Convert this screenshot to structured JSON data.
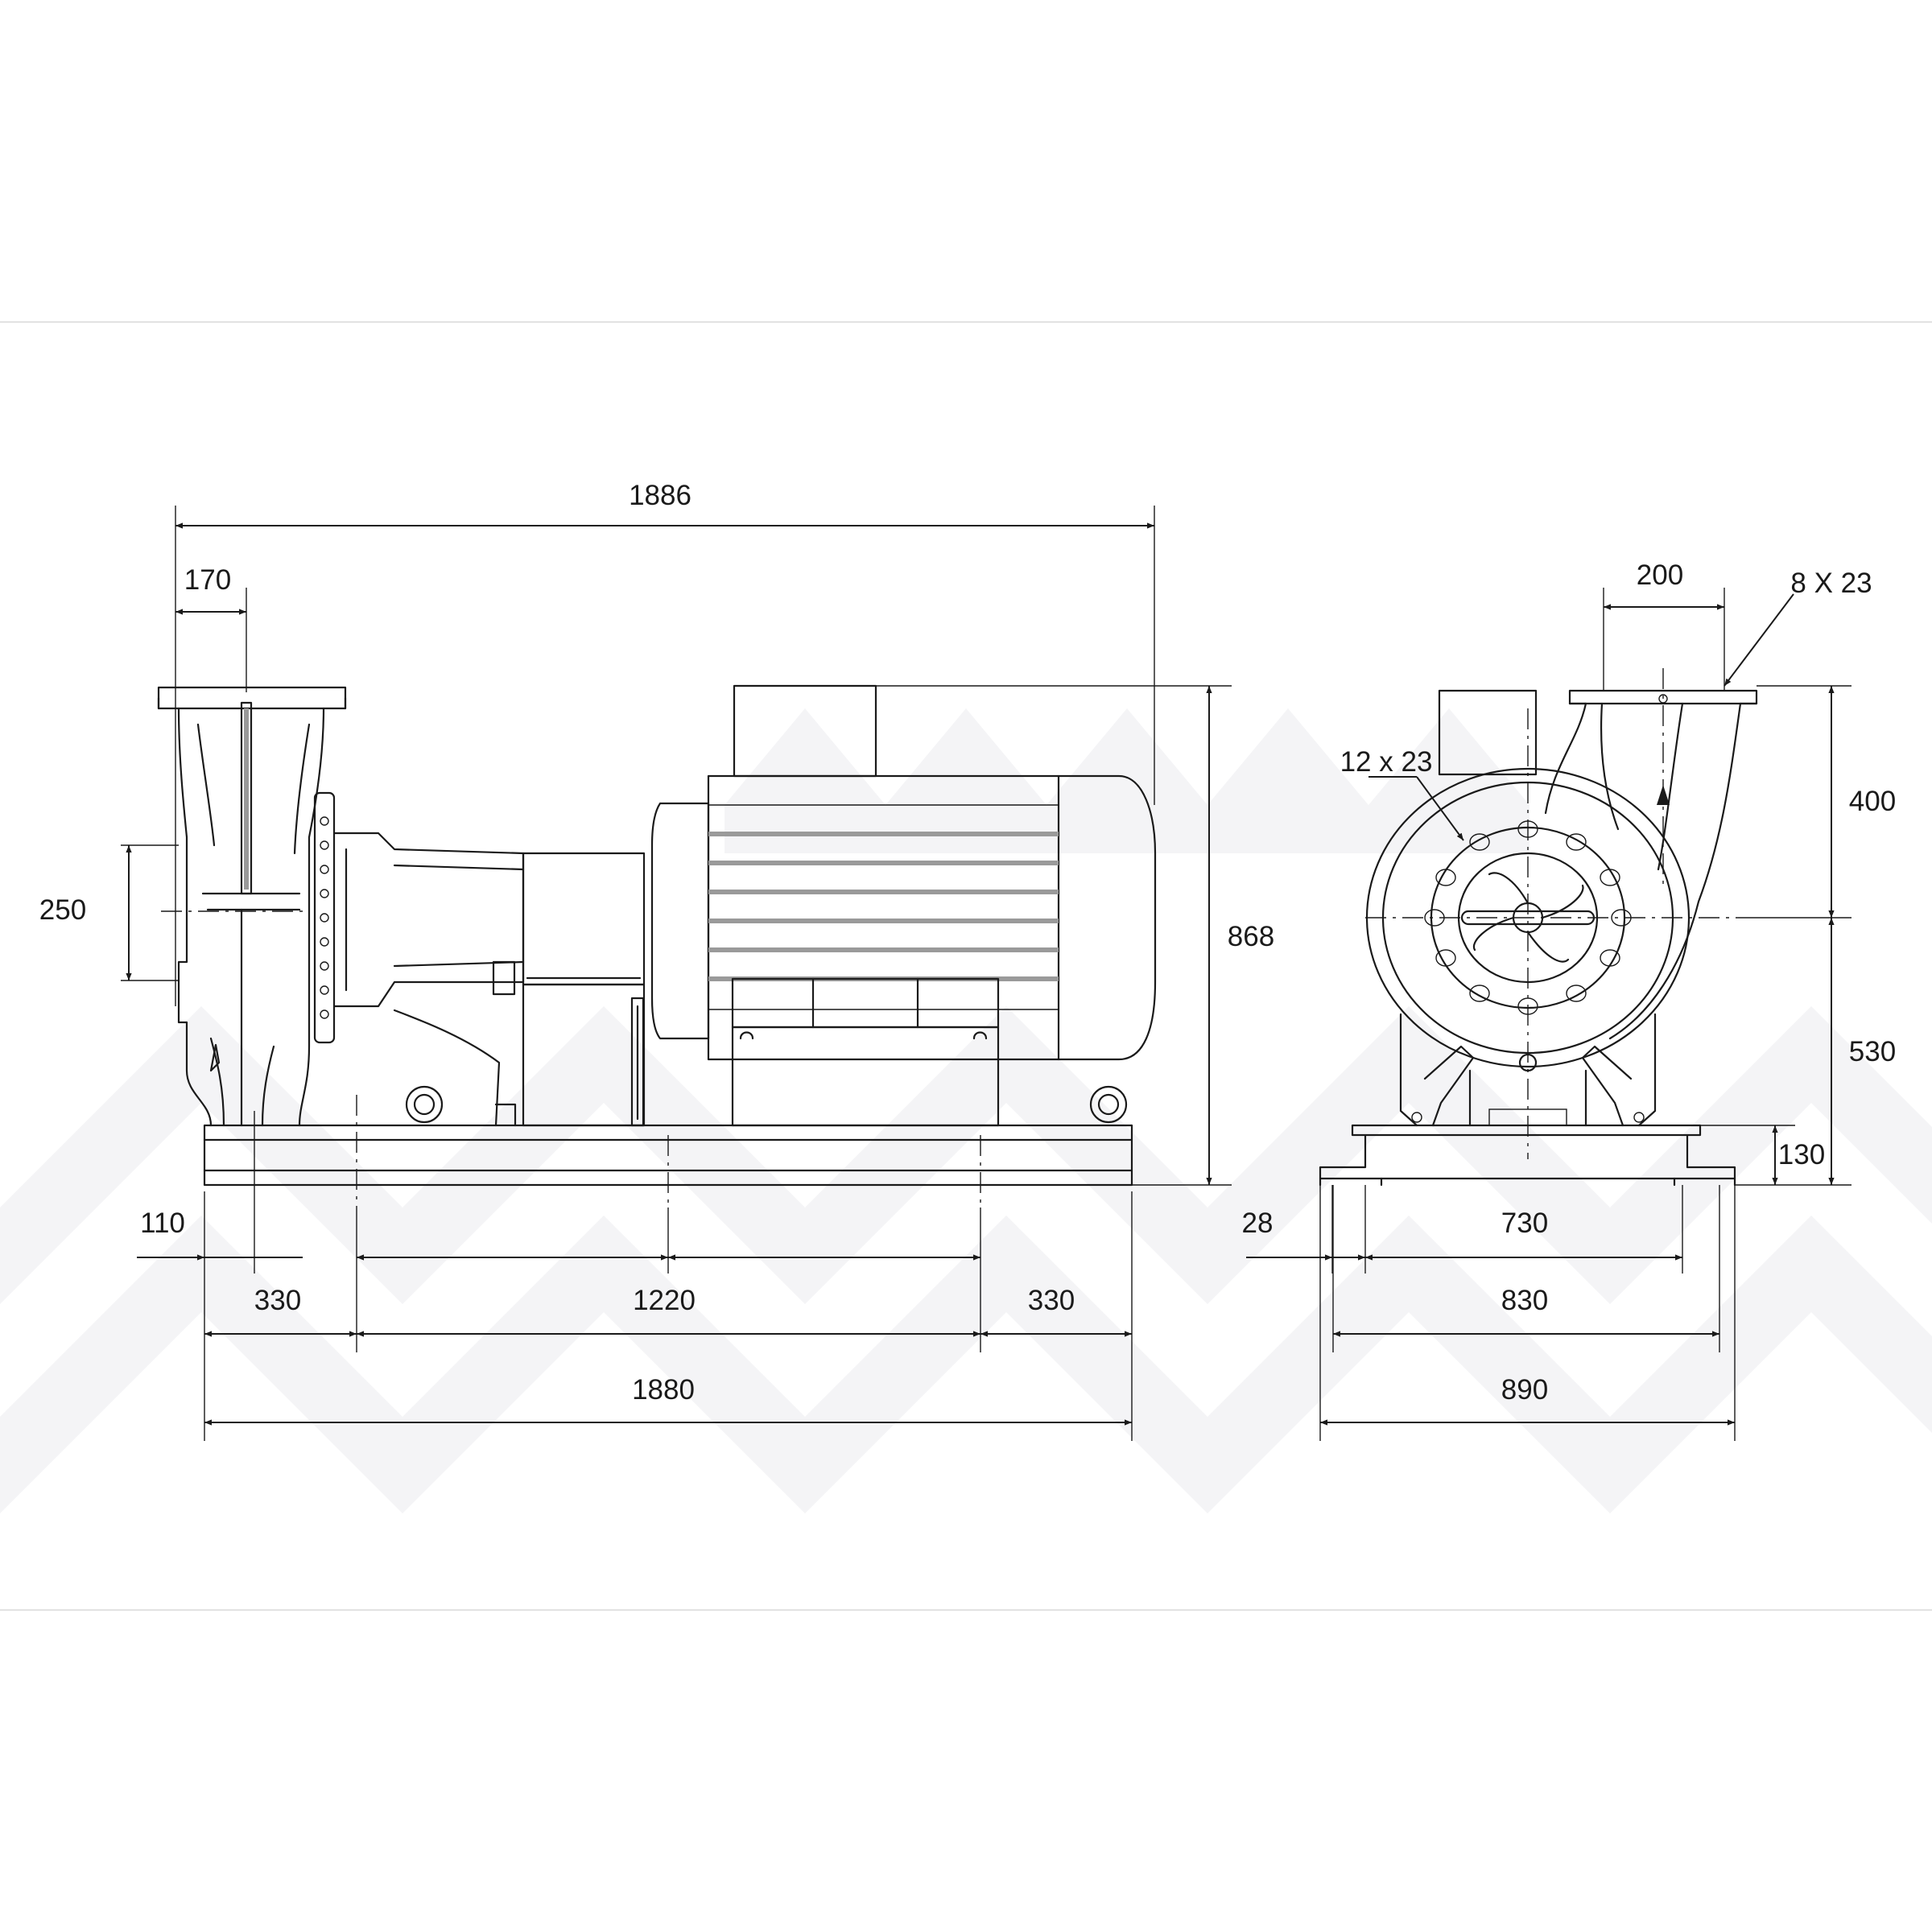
{
  "drawing": {
    "dimensions": {
      "overall_length": "1886",
      "suction_offset": "170",
      "suction_height": "250",
      "overall_height": "868",
      "front_left": "110",
      "base_left_span": "330",
      "base_bolt_span": "1220",
      "base_right_span": "330",
      "base_length": "1880",
      "discharge_width": "200",
      "discharge_holes": "8 X 23",
      "suction_holes": "12 x 23",
      "discharge_height": "400",
      "shaft_height": "530",
      "base_height": "130",
      "side_left": "28",
      "base_inner_width": "730",
      "base_bolt_width": "830",
      "base_width": "890"
    },
    "colors": {
      "line": "#1a1a1a",
      "background": "#ffffff",
      "watermark": "#f4f4f6",
      "frame": "#e2e2e2"
    }
  }
}
